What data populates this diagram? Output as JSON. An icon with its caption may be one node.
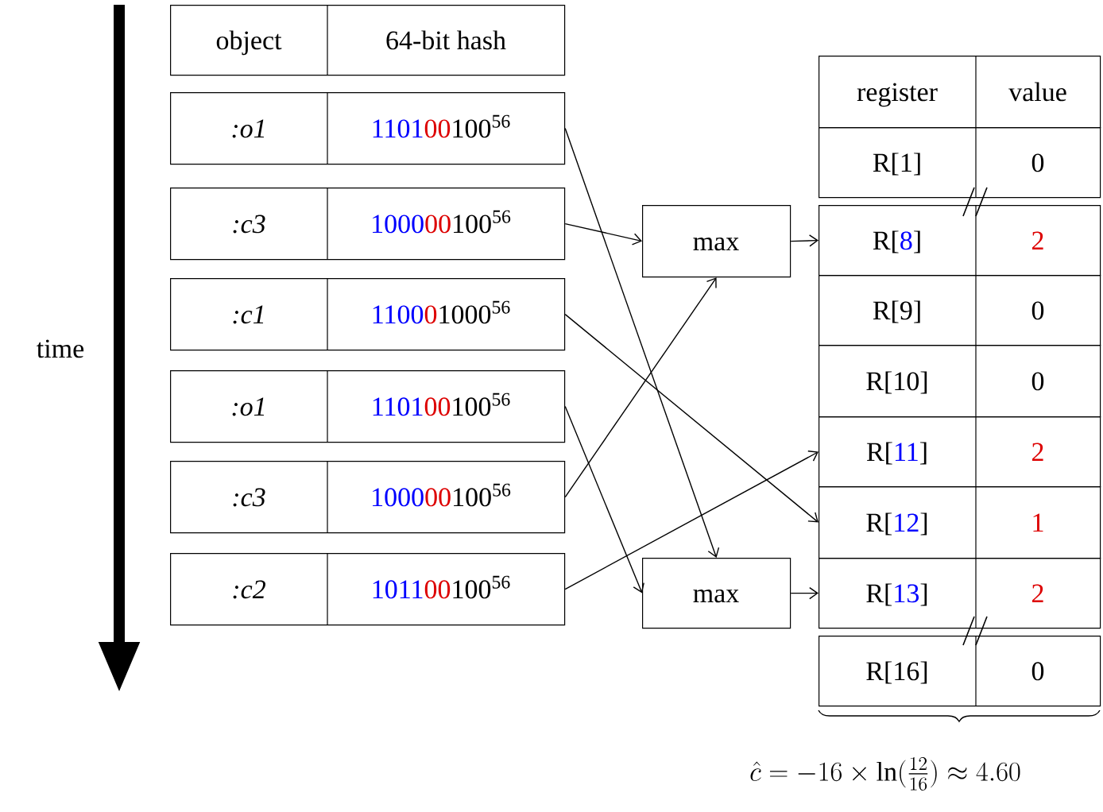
{
  "diagram": {
    "nodes": [
      {
        "text": [
          "object",
          "64-bit hash"
        ]
      },
      {
        "text": [
          ":o1",
          "1101",
          "00",
          "100$^{56}$"
        ]
      },
      {
        "text": [
          ":c3",
          "1000",
          "00",
          "100$^{56}$"
        ]
      },
      {
        "text": [
          ":c1",
          "1100",
          "0",
          "1000$^{56}$"
        ]
      },
      {
        "text": [
          ":o1",
          "1101",
          "00",
          "100$^{56}$"
        ]
      },
      {
        "text": [
          ":c3",
          "1000",
          "00",
          "100$^{56}$"
        ]
      },
      {
        "text": [
          ":c2",
          "1011",
          "00",
          "100$^{56}$"
        ]
      },
      {
        "text": [
          "max"
        ]
      },
      {
        "text": [
          "max"
        ]
      },
      {
        "text": [
          "register",
          "value"
        ]
      },
      {
        "text": [
          "R[",
          "1",
          "]",
          "0"
        ]
      },
      {
        "text": [
          "R[",
          "8",
          "]",
          "2"
        ]
      },
      {
        "text": [
          "R[",
          "9",
          "]",
          "0"
        ]
      },
      {
        "text": [
          "R[",
          "10",
          "]",
          "0"
        ]
      },
      {
        "text": [
          "R[",
          "11",
          "]",
          "2"
        ]
      },
      {
        "text": [
          "R[",
          "12",
          "]",
          "1"
        ]
      },
      {
        "text": [
          "R[",
          "13",
          "]",
          "2"
        ]
      },
      {
        "text": [
          "R[",
          "16",
          "]",
          "0"
        ]
      }
    ],
    "edges": [
      {
        "from": 1,
        "to": 8,
        "arrow": "to"
      },
      {
        "from": 2,
        "to": 7,
        "arrow": "to"
      },
      {
        "from": 3,
        "to": 15,
        "arrow": "to"
      },
      {
        "from": 4,
        "to": 8,
        "arrow": "to"
      },
      {
        "from": 5,
        "to": 7,
        "arrow": "to"
      },
      {
        "from": 6,
        "to": 14,
        "arrow": "to"
      },
      {
        "from": 7,
        "to": 11,
        "arrow": "to"
      },
      {
        "from": 8,
        "to": 16,
        "arrow": "to"
      }
    ],
    "labels": [
      "time",
      "\\hat{c} = -16 \\times \\ln(\\tfrac{12}{16}) \\approx 4.60"
    ]
  }
}
